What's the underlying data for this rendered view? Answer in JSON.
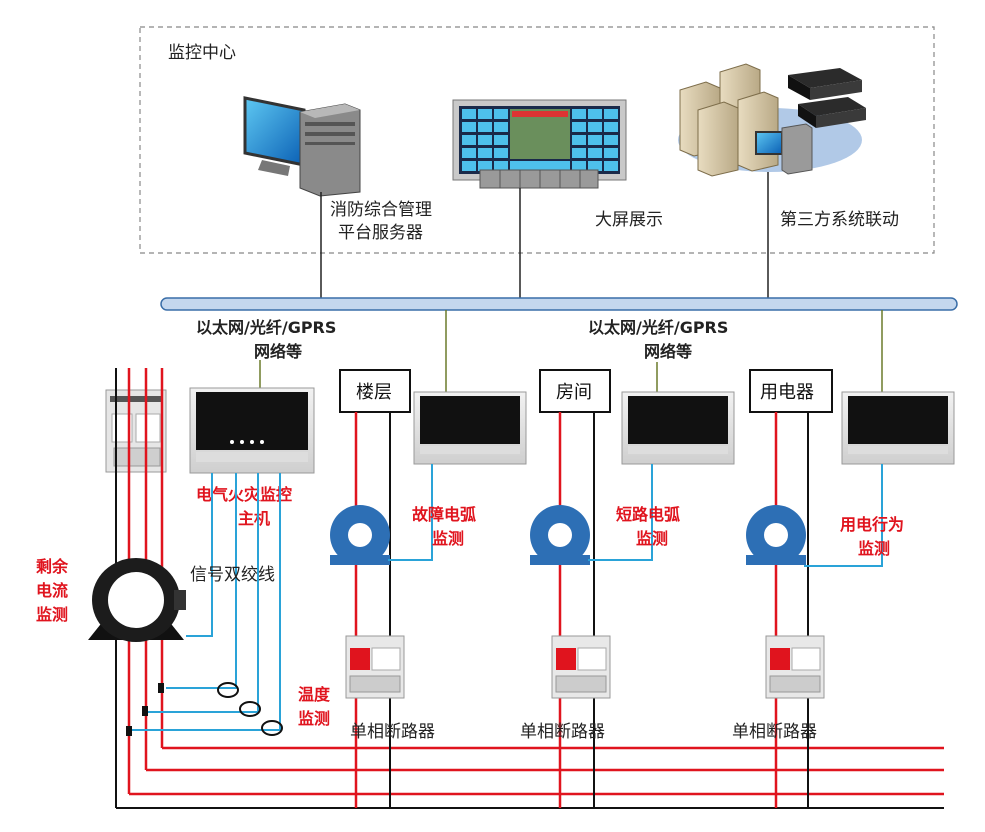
{
  "monitoring_center": {
    "title": "监控中心",
    "server_label_line1": "消防综合管理",
    "server_label_line2": "平台服务器",
    "screen_label": "大屏展示",
    "third_party_label": "第三方系统联动"
  },
  "network": {
    "left_line1": "以太网/光纤/GPRS",
    "left_line2": "网络等",
    "right_line1": "以太网/光纤/GPRS",
    "right_line2": "网络等"
  },
  "zones": {
    "floor": "楼层",
    "room": "房间",
    "appliance": "用电器"
  },
  "host": {
    "line1": "电气火灾监控",
    "line2": "主机"
  },
  "signal_line": "信号双绞线",
  "residual": [
    "剩余",
    "电流",
    "监测"
  ],
  "temperature": [
    "温度",
    "监测"
  ],
  "arc_fault": [
    "故障电弧",
    "监测"
  ],
  "short_arc": [
    "短路电弧",
    "监测"
  ],
  "behavior": [
    "用电行为",
    "监测"
  ],
  "breakers": {
    "b1": "单相断路器",
    "b2": "单相断路器",
    "b3": "单相断路器"
  },
  "colors": {
    "red_wire": "#e0141e",
    "blue_wire": "#2aa3d8",
    "bus_fill": "#c4d7ee",
    "bus_stroke": "#3a6ea8",
    "ct_blue": "#2d6fb5"
  }
}
